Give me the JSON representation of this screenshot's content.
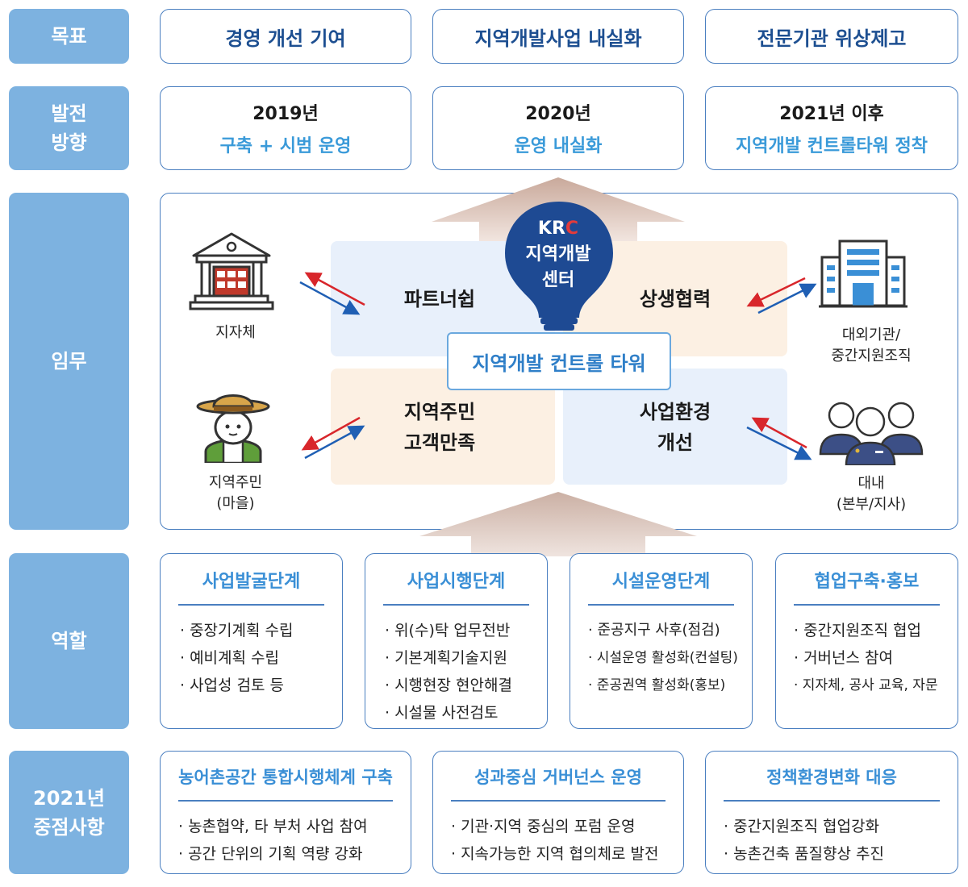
{
  "rows": {
    "goal": "목표",
    "direction": "발전\n방향",
    "mission": "임무",
    "role": "역할",
    "focus": "2021년\n중점사항"
  },
  "goals": [
    "경영 개선 기여",
    "지역개발사업 내실화",
    "전문기관 위상제고"
  ],
  "directions": [
    {
      "year": "2019년",
      "text": "구축 + 시범 운영"
    },
    {
      "year": "2020년",
      "text": "운영 내실화"
    },
    {
      "year": "2021년 이후",
      "text": "지역개발 컨트롤타워 정착"
    }
  ],
  "mission": {
    "center": {
      "krc_k": "KR",
      "krc_c": "C",
      "line1": "지역개발",
      "line2": "센터"
    },
    "tower": "지역개발 컨트롤 타워",
    "quadrants": {
      "top_left": "파트너쉽",
      "top_right": "상생협력",
      "bottom_left": "지역주민\n고객만족",
      "bottom_right": "사업환경\n개선"
    },
    "actors": {
      "municipality": "지자체",
      "external": "대외기관/\n중간지원조직",
      "residents": "지역주민\n(마을)",
      "internal": "대내\n(본부/지사)"
    }
  },
  "roles": [
    {
      "title": "사업발굴단계",
      "items": [
        "· 중장기계획 수립",
        "· 예비계획 수립",
        "· 사업성 검토 등"
      ]
    },
    {
      "title": "사업시행단계",
      "items": [
        "· 위(수)탁 업무전반",
        "· 기본계획기술지원",
        "· 시행현장 현안해결",
        "· 시설물 사전검토"
      ]
    },
    {
      "title": "시설운영단계",
      "items": [
        "· 준공지구 사후(점검)",
        "· 시설운영 활성화(컨설팅)",
        "· 준공권역 활성화(홍보)"
      ]
    },
    {
      "title": "협업구축·홍보",
      "items": [
        "· 중간지원조직 협업",
        "· 거버넌스 참여",
        "· 지자체, 공사 교육, 자문"
      ]
    }
  ],
  "focus": [
    {
      "title": "농어촌공간 통합시행체계 구축",
      "items": [
        "· 농촌협약, 타 부처 사업 참여",
        "· 공간 단위의 기획 역량 강화"
      ]
    },
    {
      "title": "성과중심 거버넌스 운영",
      "items": [
        "· 기관·지역 중심의 포럼 운영",
        "· 지속가능한 지역 협의체로 발전"
      ]
    },
    {
      "title": "정책환경변화 대응",
      "items": [
        "· 중간지원조직 협업강화",
        "· 농촌건축 품질향상 추진"
      ]
    }
  ],
  "colors": {
    "label_bg": "#7db2e0",
    "border": "#4a7fc0",
    "accent": "#3a8fd6",
    "arrow_red": "#d8262b",
    "arrow_blue": "#1f5fb4",
    "bulb": "#1e4a93"
  }
}
